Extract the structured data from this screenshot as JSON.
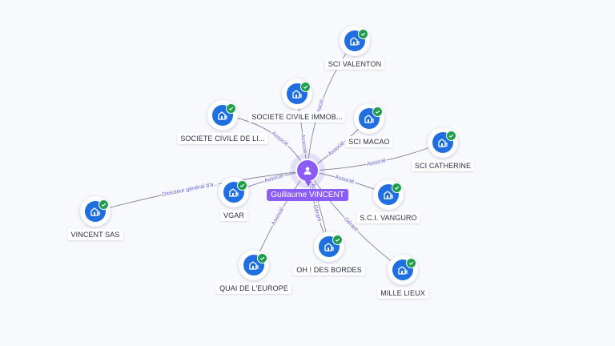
{
  "person": {
    "name": "Guillaume VINCENT",
    "icon": "person-icon"
  },
  "colors": {
    "accent": "#8b5cf6",
    "company": "#1f6fe0",
    "verified": "#1e9e4a",
    "edge": "#5a6078",
    "edge_label": "#6b64c9"
  },
  "companies": [
    {
      "id": "sci-valenton",
      "label": "SCI VALENTON",
      "icon": "building-icon",
      "verified": true
    },
    {
      "id": "societe-civile-immob",
      "label": "SOCIETE CIVILE IMMOB...",
      "icon": "building-icon",
      "verified": true
    },
    {
      "id": "societe-civile-de-li",
      "label": "SOCIETE CIVILE DE LI...",
      "icon": "building-icon",
      "verified": true
    },
    {
      "id": "sci-macao",
      "label": "SCI MACAO",
      "icon": "building-icon",
      "verified": true
    },
    {
      "id": "sci-catherine",
      "label": "SCI CATHERINE",
      "icon": "building-icon",
      "verified": true
    },
    {
      "id": "vgar",
      "label": "VGAR",
      "icon": "building-icon",
      "verified": true
    },
    {
      "id": "sci-vanguro",
      "label": "S.C.I. VANGURO",
      "icon": "building-icon",
      "verified": true
    },
    {
      "id": "vincent-sas",
      "label": "VINCENT SAS",
      "icon": "building-icon",
      "verified": true
    },
    {
      "id": "oh-des-bordes",
      "label": "OH ! DES BORDES",
      "icon": "building-icon",
      "verified": true
    },
    {
      "id": "quai-de-leurope",
      "label": "QUAI DE L'EUROPE",
      "icon": "building-icon",
      "verified": true
    },
    {
      "id": "mille-lieux",
      "label": "MILLE LIEUX",
      "icon": "building-icon",
      "verified": true
    }
  ],
  "edges": [
    {
      "to": "sci-valenton",
      "label": "Associé"
    },
    {
      "to": "societe-civile-immob",
      "label": "Associé"
    },
    {
      "to": "societe-civile-de-li",
      "label": "Associé"
    },
    {
      "to": "sci-macao",
      "label": "Associé"
    },
    {
      "to": "sci-catherine",
      "label": "Associé"
    },
    {
      "to": "vgar",
      "label": "Associé"
    },
    {
      "to": "sci-vanguro",
      "label": "Associé"
    },
    {
      "to": "vincent-sas",
      "label": "Directeur général d'a..."
    },
    {
      "to": "oh-des-bordes",
      "label": "Gérant"
    },
    {
      "to": "quai-de-leurope",
      "label": "Associé"
    },
    {
      "to": "mille-lieux",
      "label": "Gérant"
    },
    {
      "to": "oh-des-bordes",
      "label": "Associé"
    }
  ]
}
